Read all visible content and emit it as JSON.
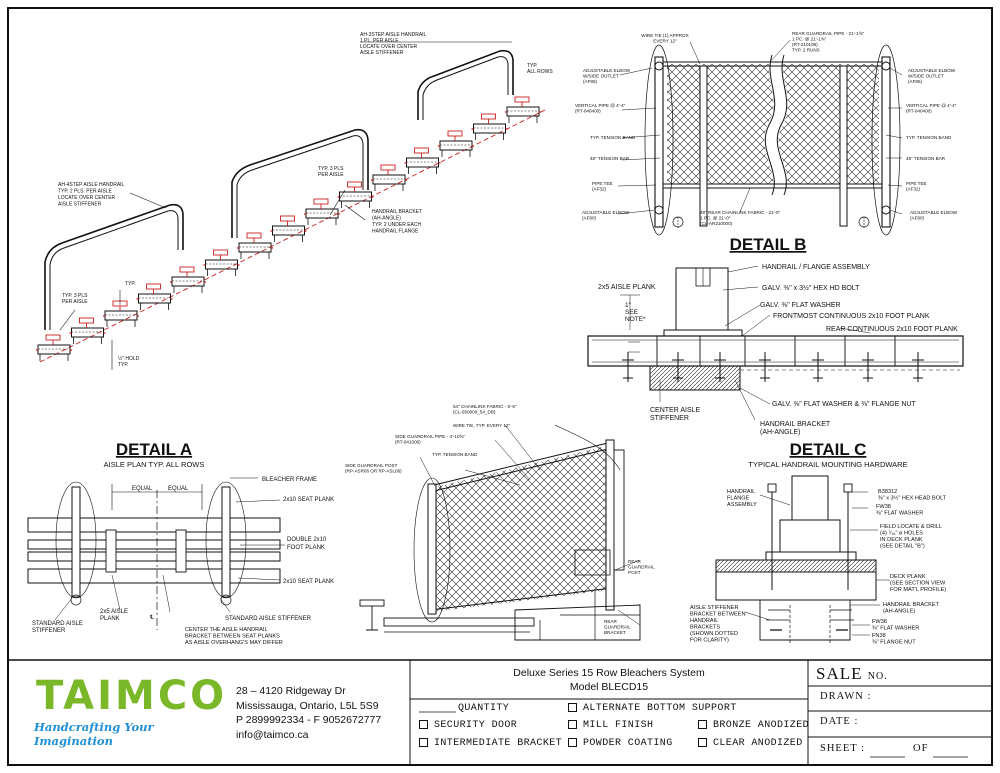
{
  "details": {
    "a": {
      "title": "DETAIL A",
      "subtitle": "AISLE PLAN TYP. ALL ROWS"
    },
    "b": {
      "title": "DETAIL B"
    },
    "c": {
      "title": "DETAIL C",
      "subtitle": "TYPICAL HANDRAIL MOUNTING HARDWARE"
    }
  },
  "callouts": {
    "stair": {
      "top_handrail": [
        "AH-3STEP AISLE HANDRAIL",
        "1 PL. PER AISLE",
        "LOCATE OVER CENTER",
        "AISLE STIFFENER"
      ],
      "typ_all_rows": [
        "TYP.",
        "ALL ROWS"
      ],
      "left_handrail": [
        "AH-4STEP AISLE HANDRAIL",
        "TYP. 2 PLS. PER AISLE",
        "LOCATE OVER CENTER",
        "AISLE STIFFENER"
      ],
      "typ3_mid": [
        "TYP. 3 PLS",
        "PER AISLE"
      ],
      "bracket": [
        "HANDRAIL BRACKET",
        "(AH-ANGLE)",
        "TYP. 2 UNDER EACH",
        "HANDRAIL FLANGE"
      ],
      "typ3_left": [
        "TYP. 3 PLS",
        "PER AISLE"
      ],
      "dim_typ": "TYP.",
      "hold": [
        "½\" HOLD",
        "TYP."
      ]
    },
    "detail_b": {
      "wire_tie": [
        "WIRE TIE (1) APPROX",
        "EVERY 12\""
      ],
      "rear_pipe": [
        "REAR GUARDRAIL PIPE - 21'-1⅝\"",
        "1 PC. @ 21'-1⅝\"",
        "(RT-210106)",
        "TYP. 2 RUNS"
      ],
      "elbow_l": [
        "ADJUSTABLE ELBOW",
        "W/SIDE OUTLET",
        "(AF85)"
      ],
      "elbow_r": [
        "ADJUSTABLE ELBOW",
        "W/SIDE OUTLET",
        "(AF85)"
      ],
      "vpipe_l": [
        "VERTICAL PIPE @ 4'-4\"",
        "(RT-040400)"
      ],
      "vpipe_r": [
        "VERTICAL PIPE @ 4'-4\"",
        "(RT-040400)"
      ],
      "band_l": "TYP. TENSION BAND",
      "band_r": "TYP. TENSION BAND",
      "bar_l": "48\" TENSION BAR",
      "bar_r": "48\" TENSION BAR",
      "tee_l": [
        "PIPE TEE",
        "(AF32)"
      ],
      "tee_r": [
        "PIPE TEE",
        "(AF32)"
      ],
      "elbow_bl": [
        "ADJUSTABLE ELBOW",
        "(AF80)"
      ],
      "elbow_br": [
        "ADJUSTABLE ELBOW",
        "(AF80)"
      ],
      "fabric": [
        "48\" REAR CHAINLINK FABRIC - 21'-0\"",
        "1 PC. @ 21'-0\"",
        "(CL-AR210000)"
      ]
    },
    "plank_section": {
      "flange": "HANDRAIL / FLANGE ASSEMBLY",
      "aisle_plank": "2x5 AISLE PLANK",
      "bolt": "GALV. ⅜\" x 3½\" HEX HD BOLT",
      "washer": "GALV. ⅜\" FLAT WASHER",
      "front_plank": "FRONTMOST CONTINUOUS 2x10 FOOT PLANK",
      "rear_plank": "REAR CONTINUOUS 2x10 FOOT PLANK",
      "see_note": [
        "1\"",
        "SEE",
        "NOTE*"
      ],
      "center_stiff": [
        "CENTER AISLE",
        "STIFFENER"
      ],
      "nut": "GALV. ⅜\" FLAT WASHER & ⅜\" FLANGE NUT",
      "bracket": [
        "HANDRAIL BRACKET",
        "(AH-ANGLE)"
      ]
    },
    "side_rail": {
      "fabric": [
        "54\" CHAINLINK FABRIC - 5'-6\"",
        "(CL-050000_54_DB)"
      ],
      "wire_tie": "WIRE TIE, TYP. EVERY 12\"",
      "pipe": [
        "SIDE GUARDRAIL PIPE - 4'-10⅝\"",
        "(RT-041006)"
      ],
      "band": "TYP. TENSION BAND",
      "post": [
        "SIDE GUARDRAIL POST",
        "(RP-ASR06 OR RP-ASL06)"
      ],
      "rear_post": [
        "REAR",
        "GUARDRAIL",
        "POST"
      ],
      "rear_bracket": [
        "REAR",
        "GUARDRAIL",
        "BRACKET"
      ]
    },
    "detail_a": {
      "frame": "BLEACHER FRAME",
      "equal1": "EQUAL",
      "equal2": "EQUAL",
      "seat_top": "2x10 SEAT PLANK",
      "foot": [
        "DOUBLE 2x10",
        "FOOT PLANK"
      ],
      "seat_bot": "2x10 SEAT PLANK",
      "std_stiff_l": [
        "STANDARD AISLE",
        "STIFFENER"
      ],
      "aisle_plank": [
        "2x5 AISLE",
        "PLANK"
      ],
      "std_stiff_r": "STANDARD AISLE STIFFENER",
      "note": [
        "CENTER THE AISLE HANDRAIL",
        "BRACKET BETWEEN SEAT PLANKS",
        "AS AISLE OVERHANG'S MAY DIFFER"
      ],
      "cl": "℄"
    },
    "detail_c": {
      "flange": [
        "HANDRAIL",
        "FLANGE",
        "ASSEMBLY"
      ],
      "bolt": [
        "B38312",
        "⅜\" x 3½\" HEX HEAD BOLT"
      ],
      "fw38": [
        "FW38",
        "⅜\" FLAT WASHER"
      ],
      "drill": [
        "FIELD LOCATE & DRILL",
        "(4) ⁷⁄₁₆\" ø HOLES",
        "IN DECK PLANK",
        "(SEE DETAIL \"B\")"
      ],
      "deck": [
        "DECK PLANK",
        "(SEE SECTION VIEW",
        "FOR MAT'L PROFILE)"
      ],
      "stiffener": [
        "AISLE STIFFENER",
        "BRACKET BETWEEN",
        "HANDRAIL",
        "BRACKETS",
        "(SHOWN DOTTED",
        "FOR CLARITY)"
      ],
      "bracket": [
        "HANDRAIL BRACKET",
        "(AH-ANGLE)"
      ],
      "fw38b": [
        "FW38",
        "⅜\" FLAT WASHER"
      ],
      "fn38": [
        "FN38",
        "⅜\" FLANGE NUT"
      ]
    }
  },
  "title_block": {
    "logo": "TAIMCO",
    "tagline": "Handcrafting Your Imagination",
    "address1": "28 – 4120 Ridgeway Dr",
    "address2": "Mississauga, Ontario, L5L 5S9",
    "phone": "P 2899992334 - F 9052672777",
    "email": "info@taimco.ca",
    "project_name": "Deluxe Series 15 Row Bleachers System",
    "model": "Model BLECD15",
    "quantity": "QUANTITY",
    "options": {
      "alt_support": "ALTERNATE BOTTOM SUPPORT",
      "security_door": "SECURITY DOOR",
      "mill_finish": "MILL FINISH",
      "bronze": "BRONZE ANODIZED",
      "intermediate": "INTERMEDIATE BRACKET",
      "powder": "POWDER COATING",
      "clear": "CLEAR ANODIZED"
    },
    "sale": "SALE",
    "no": "NO.",
    "drawn": "DRAWN :",
    "date": "DATE :",
    "sheet": "SHEET :",
    "of": "OF"
  },
  "colors": {
    "ink": "#111111",
    "red": "#cc1f1f",
    "logo_green": "#7ab829",
    "logo_blue": "#1f8fd6"
  }
}
